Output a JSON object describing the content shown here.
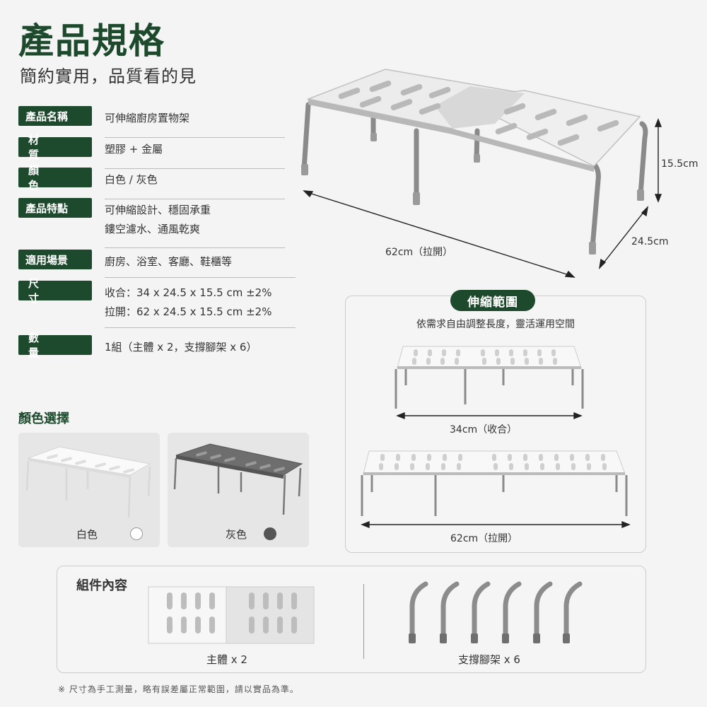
{
  "header": {
    "title": "產品規格",
    "subtitle": "簡約實用，品質看的見"
  },
  "specs": [
    {
      "label": "產品名稱",
      "lines": [
        "可伸縮廚房置物架"
      ]
    },
    {
      "label": "材質",
      "lines": [
        "塑膠 + 金屬"
      ]
    },
    {
      "label": "顏色",
      "lines": [
        "白色 / 灰色"
      ]
    },
    {
      "label": "產品特點",
      "lines": [
        "可伸縮設計、穩固承重",
        "鏤空濾水、通風乾爽"
      ]
    },
    {
      "label": "適用場景",
      "lines": [
        "廚房、浴室、客廳、鞋櫃等"
      ]
    },
    {
      "label": "尺寸",
      "lines": [
        "收合：34 x 24.5 x 15.5 cm ±2%",
        "拉開：62 x 24.5 x 15.5 cm ±2%"
      ]
    },
    {
      "label": "數量",
      "lines": [
        "1組（主體 x 2，支撐腳架 x 6）"
      ]
    }
  ],
  "main_dims": {
    "length": "62cm（拉開）",
    "depth": "24.5cm",
    "height": "15.5cm"
  },
  "colors": {
    "title": "顏色選擇",
    "options": [
      {
        "name": "白色",
        "swatch": "#ffffff"
      },
      {
        "name": "灰色",
        "swatch": "#555555"
      }
    ]
  },
  "range": {
    "badge": "伸縮範圍",
    "desc": "依需求自由調整長度，靈活運用空間",
    "collapsed": "34cm（收合）",
    "extended": "62cm（拉開）"
  },
  "kit": {
    "title": "組件內容",
    "body": "主體 x 2",
    "legs": "支撐腳架 x 6"
  },
  "footnote": "※ 尺寸為手工測量，略有誤差屬正常範圍，請以實品為準。",
  "theme": {
    "accent": "#1d4a2c"
  }
}
